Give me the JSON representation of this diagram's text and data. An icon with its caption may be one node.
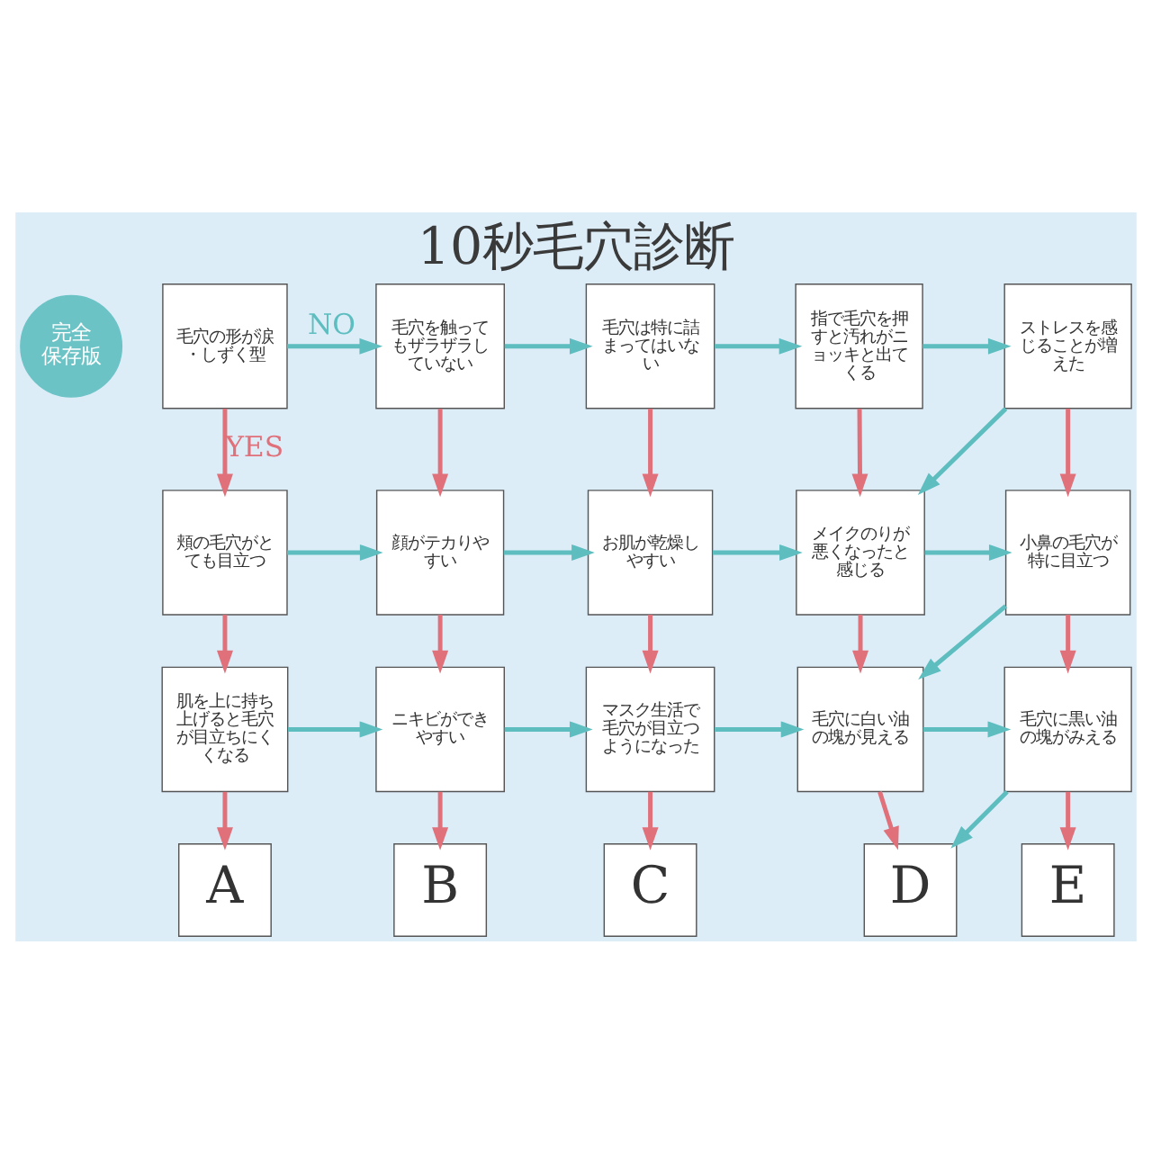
{
  "diagram": {
    "title": "10秒毛穴診断",
    "nodes": [
      {
        "text": [
          "完全保存版"
        ]
      },
      {
        "text": [
          "毛穴の形が涙・しずく型"
        ]
      },
      {
        "text": [
          "毛穴を触ってもザラザラしていない"
        ]
      },
      {
        "text": [
          "毛穴は特に詰まってはいない"
        ]
      },
      {
        "text": [
          "指で毛穴を押すと汚れがニョッキと出てくる"
        ]
      },
      {
        "text": [
          "ストレスを感じることが増えた"
        ]
      },
      {
        "text": [
          "頬の毛穴がとても目立つ"
        ]
      },
      {
        "text": [
          "顔がテカりやすい"
        ]
      },
      {
        "text": [
          "お肌が乾燥しやすい"
        ]
      },
      {
        "text": [
          "メイクのりが悪くなったと感じる"
        ]
      },
      {
        "text": [
          "小鼻の毛穴が特に目立つ"
        ]
      },
      {
        "text": [
          "肌を上に持ち上げると毛穴が目立ちにくくなる"
        ]
      },
      {
        "text": [
          "ニキビができやすい"
        ]
      },
      {
        "text": [
          "マスク生活で毛穴が目立つようになった"
        ]
      },
      {
        "text": [
          "毛穴に白い油の塊が見える"
        ]
      },
      {
        "text": [
          "毛穴に黒い油の塊がみえる"
        ]
      },
      {
        "text": [
          "A"
        ]
      },
      {
        "text": [
          "B"
        ]
      },
      {
        "text": [
          "C"
        ]
      },
      {
        "text": [
          "D"
        ]
      },
      {
        "text": [
          "E"
        ]
      }
    ],
    "edges": [
      {
        "from": 1,
        "to": 2,
        "arrow": "to",
        "color": "#5dbdbf",
        "label": "NO"
      },
      {
        "from": 1,
        "to": 6,
        "arrow": "to",
        "color": "#e0707a",
        "label": "YES"
      },
      {
        "from": 2,
        "to": 3,
        "arrow": "to",
        "color": "#5dbdbf"
      },
      {
        "from": 2,
        "to": 7,
        "arrow": "to",
        "color": "#e0707a"
      },
      {
        "from": 3,
        "to": 4,
        "arrow": "to",
        "color": "#5dbdbf"
      },
      {
        "from": 3,
        "to": 8,
        "arrow": "to",
        "color": "#e0707a"
      },
      {
        "from": 4,
        "to": 5,
        "arrow": "to",
        "color": "#5dbdbf"
      },
      {
        "from": 4,
        "to": 9,
        "arrow": "to",
        "color": "#e0707a"
      },
      {
        "from": 5,
        "to": 9,
        "arrow": "to",
        "color": "#5dbdbf"
      },
      {
        "from": 5,
        "to": 10,
        "arrow": "to",
        "color": "#e0707a"
      },
      {
        "from": 6,
        "to": 7,
        "arrow": "to",
        "color": "#5dbdbf"
      },
      {
        "from": 6,
        "to": 11,
        "arrow": "to",
        "color": "#e0707a"
      },
      {
        "from": 7,
        "to": 8,
        "arrow": "to",
        "color": "#5dbdbf"
      },
      {
        "from": 7,
        "to": 12,
        "arrow": "to",
        "color": "#e0707a"
      },
      {
        "from": 8,
        "to": 9,
        "arrow": "to",
        "color": "#5dbdbf"
      },
      {
        "from": 8,
        "to": 13,
        "arrow": "to",
        "color": "#e0707a"
      },
      {
        "from": 9,
        "to": 10,
        "arrow": "to",
        "color": "#5dbdbf"
      },
      {
        "from": 9,
        "to": 14,
        "arrow": "to",
        "color": "#e0707a"
      },
      {
        "from": 10,
        "to": 14,
        "arrow": "to",
        "color": "#5dbdbf"
      },
      {
        "from": 10,
        "to": 15,
        "arrow": "to",
        "color": "#e0707a"
      },
      {
        "from": 11,
        "to": 12,
        "arrow": "to",
        "color": "#5dbdbf"
      },
      {
        "from": 11,
        "to": 16,
        "arrow": "to",
        "color": "#e0707a"
      },
      {
        "from": 12,
        "to": 13,
        "arrow": "to",
        "color": "#5dbdbf"
      },
      {
        "from": 12,
        "to": 17,
        "arrow": "to",
        "color": "#e0707a"
      },
      {
        "from": 13,
        "to": 14,
        "arrow": "to",
        "color": "#5dbdbf"
      },
      {
        "from": 13,
        "to": 18,
        "arrow": "to",
        "color": "#e0707a"
      },
      {
        "from": 14,
        "to": 15,
        "arrow": "to",
        "color": "#5dbdbf"
      },
      {
        "from": 14,
        "to": 19,
        "arrow": "to",
        "color": "#e0707a"
      },
      {
        "from": 15,
        "to": 19,
        "arrow": "to",
        "color": "#5dbdbf"
      },
      {
        "from": 15,
        "to": 20,
        "arrow": "to",
        "color": "#e0707a"
      }
    ]
  }
}
